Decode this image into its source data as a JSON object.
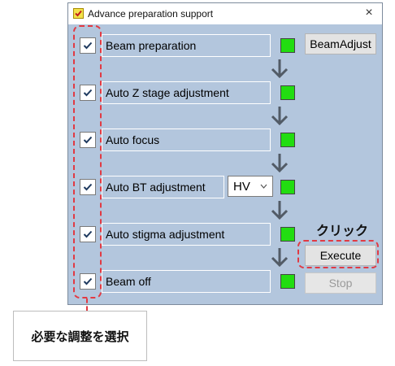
{
  "window": {
    "title": "Advance preparation support",
    "close_icon": "×"
  },
  "steps": [
    {
      "label": "Beam preparation",
      "checked": true,
      "status_color": "#22dd11"
    },
    {
      "label": "Auto Z stage adjustment",
      "checked": true,
      "status_color": "#22dd11"
    },
    {
      "label": "Auto focus",
      "checked": true,
      "status_color": "#22dd11"
    },
    {
      "label": "Auto BT adjustment",
      "checked": true,
      "status_color": "#22dd11",
      "select_value": "HV"
    },
    {
      "label": "Auto stigma adjustment",
      "checked": true,
      "status_color": "#22dd11"
    },
    {
      "label": "Beam off",
      "checked": true,
      "status_color": "#22dd11"
    }
  ],
  "buttons": {
    "beam_adjust": "BeamAdjust",
    "execute": "Execute",
    "stop": "Stop"
  },
  "annotations": {
    "click": "クリック",
    "select_adjustments": "必要な調整を選択",
    "highlight_color": "#e13a43"
  },
  "icons": {
    "app": "app-check-icon",
    "arrow": "arrow-down-icon",
    "check": "check-icon",
    "chevron": "chevron-down-icon"
  }
}
